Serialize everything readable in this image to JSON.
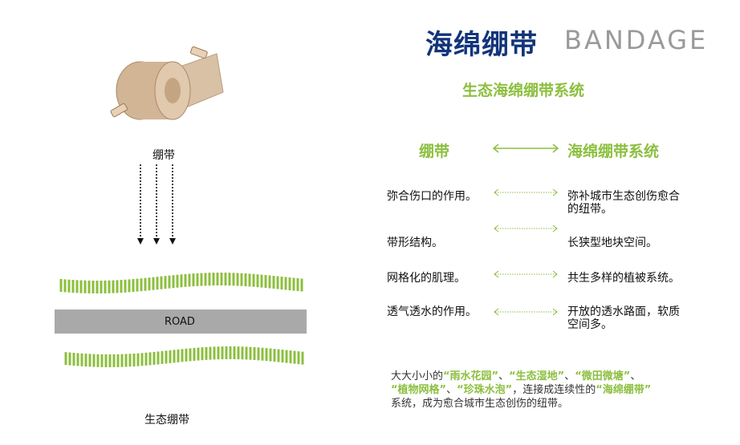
{
  "header": {
    "title_cn": "海绵绷带",
    "title_en": "BANDAGE",
    "subtitle": "生态海绵绷带系统"
  },
  "left_panel": {
    "bandage_label": "绷带",
    "road_label": "ROAD",
    "bottom_label": "生态绷带"
  },
  "comparison": {
    "left_heading": "绷带",
    "right_heading": "海绵绷带系统",
    "rows": [
      {
        "left": "弥合伤口的作用。",
        "right_line1": "弥补城市生态创伤愈合",
        "right_line2": "的纽带。"
      },
      {
        "left": "带形结构。",
        "right_line1": "长狭型地块空间。",
        "right_line2": ""
      },
      {
        "left": "网格化的肌理。",
        "right_line1": "共生多样的植被系统。",
        "right_line2": ""
      },
      {
        "left": "透气透水的作用。",
        "right_line1": "开放的透水路面，软质",
        "right_line2": "空间多。"
      }
    ]
  },
  "summary": {
    "p1": "大大小小的",
    "h1": "“雨水花园”",
    "s1": "、",
    "h2": "“生态湿地”",
    "s2": "、",
    "h3": "“微田微塘”",
    "s3": "、",
    "h4": "“植物网格”",
    "s4": "、",
    "h5": "“珍珠水泡”",
    "p2": "，连接成连续性的",
    "h6": "“海绵绷带”",
    "p3": "系统，成为愈合城市生态创伤的纽带。"
  },
  "colors": {
    "title_blue": "#12357a",
    "accent_green": "#8cbf3f",
    "road_gray": "#a9a9a9",
    "stripe_green": "#8cbf3f"
  }
}
